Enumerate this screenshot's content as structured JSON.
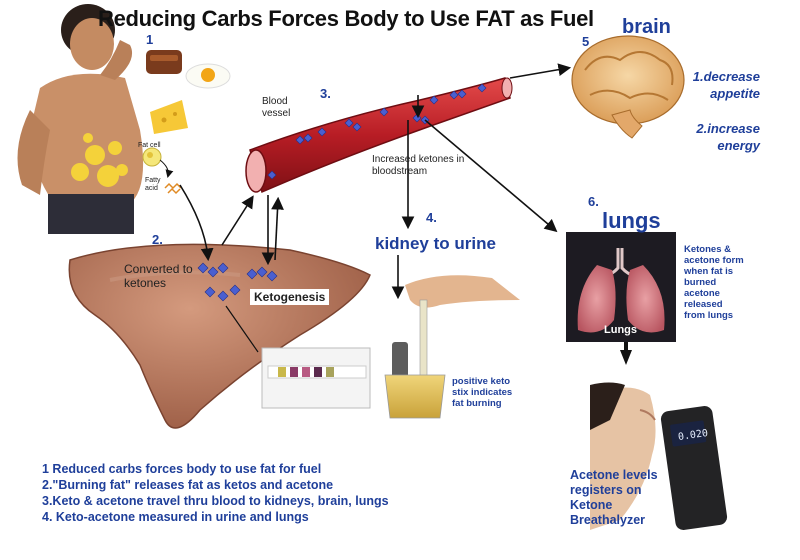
{
  "title": "Reducing Carbs Forces Body to Use FAT as Fuel",
  "labels": {
    "step1": "1",
    "step2": "2.",
    "step3": "3.",
    "step4": "4.",
    "step5": "5",
    "step6": "6.",
    "fat_cell": "Fat cell",
    "fatty_acid": "Fatty acid",
    "blood_vessel": "Blood vessel",
    "converted_to_ketones": "Converted to ketones",
    "ketogenesis": "Ketogenesis",
    "increased_ketones": "Increased ketones in bloodstream",
    "kidney_to_urine": "kidney to urine",
    "brain": "brain",
    "decrease_appetite": "1.decrease appetite",
    "increase_energy": "2.increase energy",
    "lungs_heading": "lungs",
    "lungs_note": "Ketones & acetone form when fat is burned acetone released from lungs",
    "lungs_image_label": "Lungs",
    "keto_stix_note": "positive keto stix indicates fat burning",
    "breathalyzer_note": "Acetone levels registers on Ketone Breathalyzer",
    "breathalyzer_display": "0.020"
  },
  "summary": [
    "1 Reduced carbs forces body to use fat for fuel",
    "2.\"Burning fat\" releases fat as ketos and acetone",
    "3.Keto & acetone travel thru blood to kidneys, brain, lungs",
    "4. Keto-acetone measured in urine and lungs"
  ],
  "colors": {
    "heading_blue": "#1f3f9a",
    "liver": "#b97a5e",
    "vessel": "#c1272d",
    "ketone": "#4a5fd0"
  }
}
